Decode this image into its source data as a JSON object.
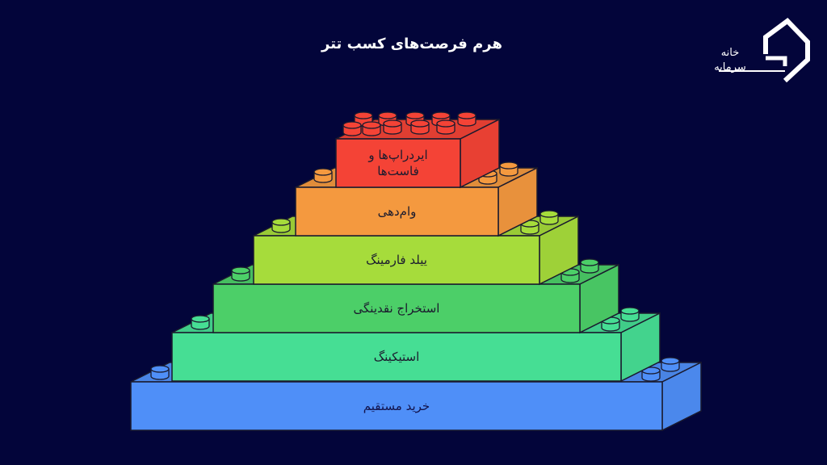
{
  "title": "هرم فرصت‌های کسب تتر",
  "logo": {
    "line1": "خانه",
    "line2": "سرمایه"
  },
  "layers": [
    {
      "label": "ایردراپ‌ها و فاست‌ها",
      "color": "#f44336"
    },
    {
      "label": "وام‌دهی",
      "color": "#f4993f"
    },
    {
      "label": "ییلد فارمینگ",
      "color": "#a6dc3b"
    },
    {
      "label": "استخراج نقدینگی",
      "color": "#4ccf68"
    },
    {
      "label": "استیکینگ",
      "color": "#46de94"
    },
    {
      "label": "خرید مستقیم",
      "color": "#4f8ff8"
    }
  ]
}
